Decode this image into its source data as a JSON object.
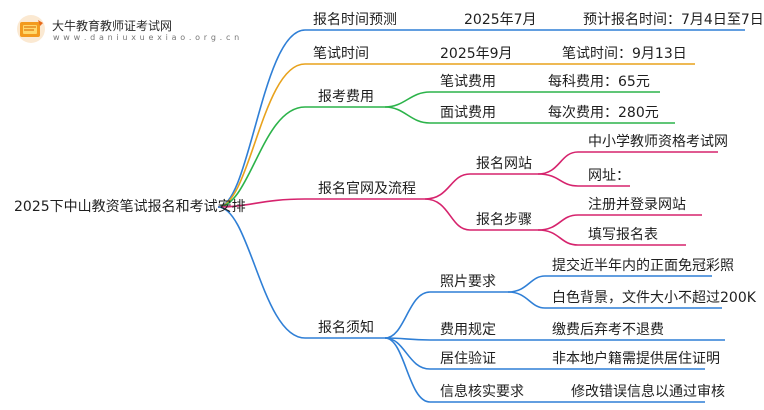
{
  "header": {
    "brand_cn": "大牛教育教师证考试网",
    "brand_en": "w w w . d a n i u x u e x i a o . o r g . c n"
  },
  "mindmap": {
    "root": "2025下中山教资笔试报名和考试安排",
    "branches": [
      {
        "label": "报名时间预测",
        "color": "#2f7fd6",
        "items": [
          "2025年7月",
          "预计报名时间：7月4日至7日"
        ]
      },
      {
        "label": "笔试时间",
        "color": "#e8a21c",
        "items": [
          "2025年9月",
          "笔试时间：9月13日"
        ]
      },
      {
        "label": "报考费用",
        "color": "#2cb34a",
        "children": [
          {
            "label": "笔试费用",
            "value": "每科费用：65元"
          },
          {
            "label": "面试费用",
            "value": "每次费用：280元"
          }
        ]
      },
      {
        "label": "报名官网及流程",
        "color": "#d6236d",
        "children": [
          {
            "label": "报名网站",
            "values": [
              "中小学教师资格考试网",
              "网址："
            ]
          },
          {
            "label": "报名步骤",
            "values": [
              "注册并登录网站",
              "填写报名表"
            ]
          }
        ]
      },
      {
        "label": "报名须知",
        "color": "#2f7fd6",
        "children": [
          {
            "label": "照片要求",
            "values": [
              "提交近半年内的正面免冠彩照",
              "白色背景，文件大小不超过200K"
            ]
          },
          {
            "label": "费用规定",
            "values": [
              "缴费后弃考不退费"
            ]
          },
          {
            "label": "居住验证",
            "values": [
              "非本地户籍需提供居住证明"
            ]
          },
          {
            "label": "信息核实要求",
            "values": [
              "修改错误信息以通过审核"
            ]
          }
        ]
      }
    ]
  }
}
